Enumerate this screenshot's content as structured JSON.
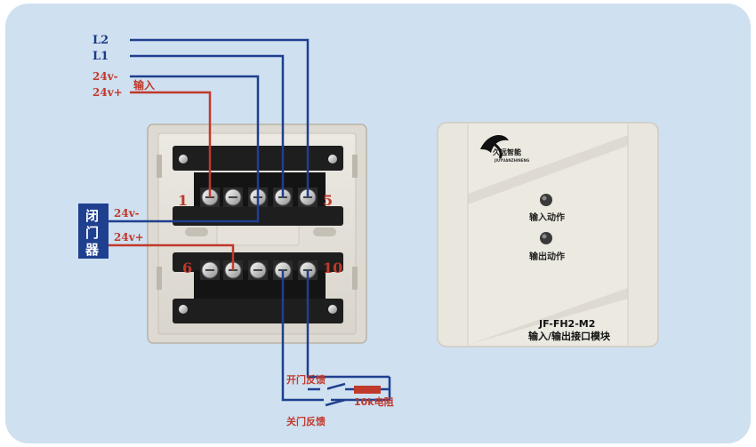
{
  "wiring": {
    "line_l2": "L2",
    "line_l1": "L1",
    "line_24v_minus": "24v-",
    "line_24v_plus": "24v+",
    "input_label": "输入",
    "terminal_1": "1",
    "terminal_5": "5",
    "terminal_6": "6",
    "terminal_10": "10",
    "door_closer_label": [
      "闭",
      "门",
      "器"
    ],
    "closer_24v_minus": "24v-",
    "closer_24v_plus": "24v+",
    "open_feedback": "开门反馈",
    "close_feedback": "关门反馈",
    "resistor_label": "10k电阻"
  },
  "module": {
    "brand_text": "久远智能",
    "brand_sub": "JIUYUANZHINENG",
    "led_input_label": "输入动作",
    "led_output_label": "输出动作",
    "model": "JF-FH2-M2",
    "model_desc": "输入/输出接口模块"
  },
  "colors": {
    "background_card": "#cfe0f0",
    "blue_wire": "#1f3f8f",
    "red_wire": "#c0392b",
    "door_closer_box": "#1f3f8f",
    "module_face": "#e9e6dd"
  }
}
